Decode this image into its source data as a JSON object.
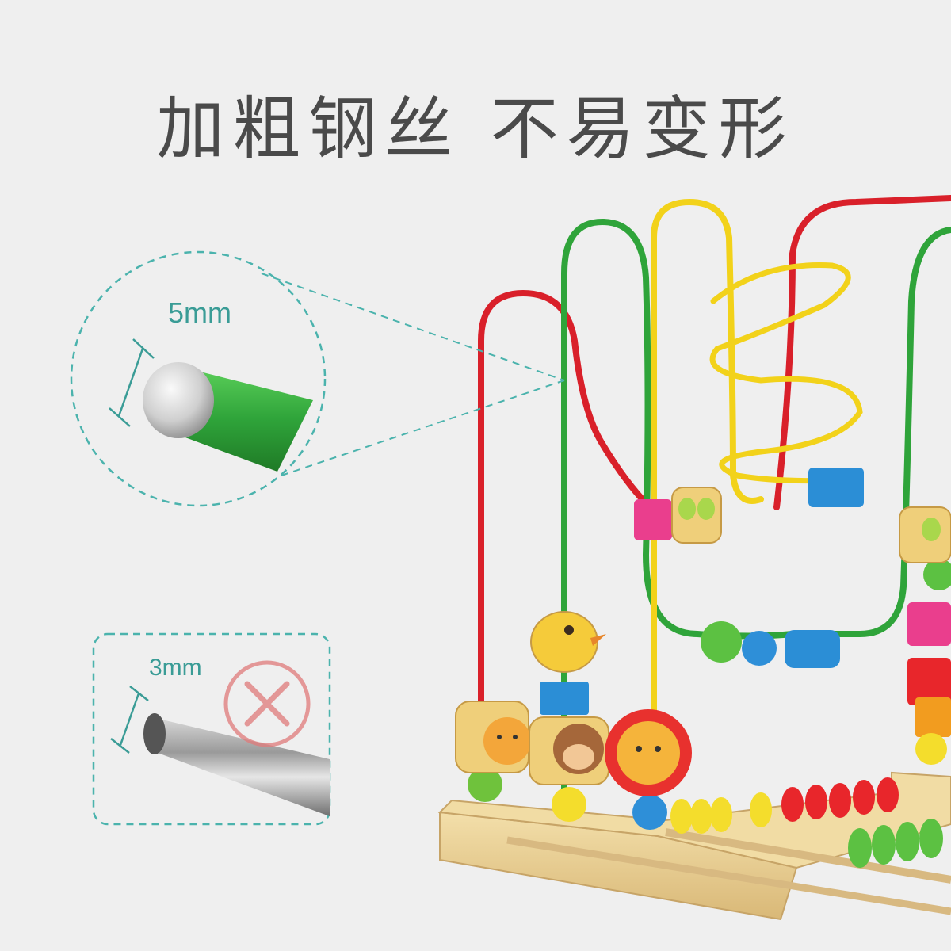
{
  "headline": "加粗钢丝 不易变形",
  "thick_wire": {
    "diameter_label": "5mm"
  },
  "thin_wire": {
    "diameter_label": "3mm"
  },
  "colors": {
    "background": "#efefef",
    "accent_teal": "#4bb3ad",
    "headline_gray": "#4a4a4a",
    "reject_red": "#e07a7a",
    "wire_red": "#d9202a",
    "wire_green": "#2fa43a",
    "wire_yellow": "#f2d21a",
    "wood": "#e9cf95"
  },
  "icons": {
    "reject": "x-mark-icon",
    "dimension": "dimension-arrow-icon"
  }
}
